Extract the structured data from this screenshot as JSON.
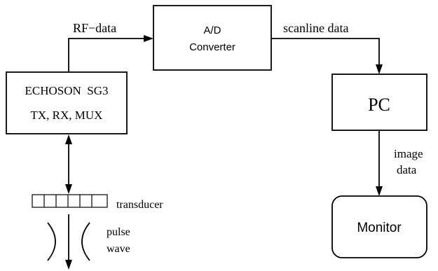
{
  "blocks": {
    "echoson": {
      "line1": "ECHOSON  SG3",
      "line2": "TX, RX, MUX"
    },
    "converter": {
      "line1": "A/D",
      "line2": "Converter"
    },
    "pc": {
      "label": "PC"
    },
    "monitor": {
      "label": "Monitor"
    }
  },
  "connections": {
    "rf_data": "RF−data",
    "scanline_data": "scanline data",
    "image_data": {
      "line1": "image",
      "line2": "data"
    }
  },
  "transducer": {
    "label": "transducer",
    "pulse_wave": {
      "line1": "pulse",
      "line2": "wave"
    }
  }
}
